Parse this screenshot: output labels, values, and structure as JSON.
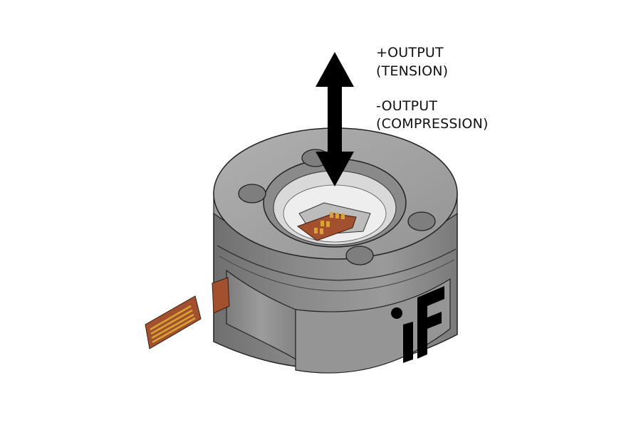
{
  "labels": {
    "positive_output": "+OUTPUT",
    "positive_mode": "(TENSION)",
    "negative_output": "-OUTPUT",
    "negative_mode": "(COMPRESSION)"
  },
  "colors": {
    "body_metal": "#8e8e8e",
    "top_face": "#a3a3a3",
    "copper_flex": "#a2502d",
    "gold_pads": "#d8a533",
    "arrow": "#000000",
    "logo": "#000000"
  },
  "icons": {
    "direction_arrow": "double-headed-vertical-arrow",
    "brand_logo": "iF-logo"
  }
}
